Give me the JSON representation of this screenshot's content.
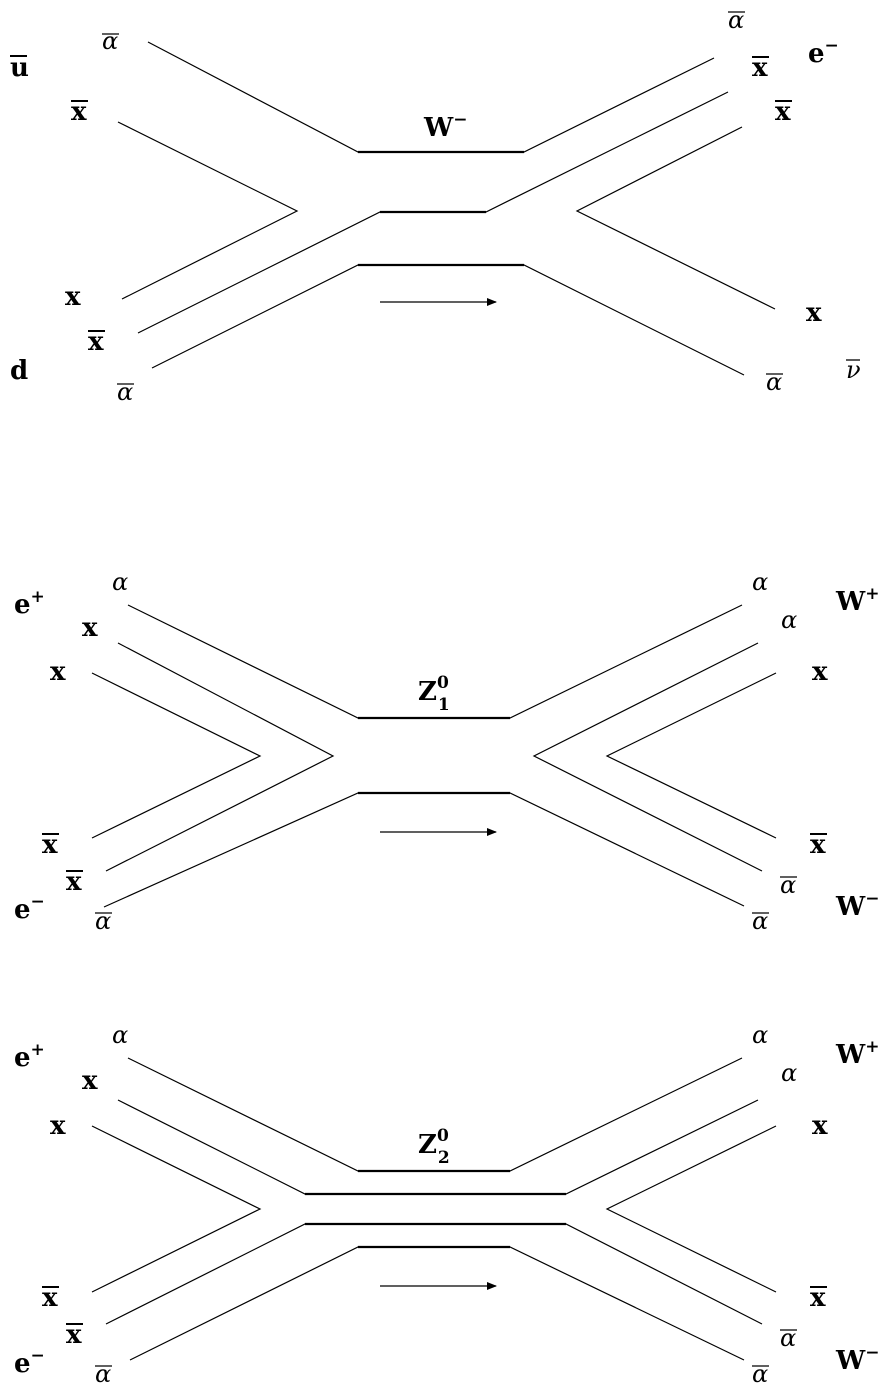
{
  "diagram1": {
    "title_main": "W",
    "title_sup": "−",
    "left_top_particle": "u",
    "left_bottom_particle": "d",
    "right_top_particle": "e",
    "right_top_particle_sup": "−",
    "right_bottom_particle": "ν",
    "left_top_alpha": "α",
    "left_top_x": "x",
    "left_bottom_x": "x",
    "left_bottom_xbar": "x",
    "left_bottom_alpha": "α",
    "right_top_alpha": "α",
    "right_top_xbar1": "x",
    "right_top_xbar2": "x",
    "right_bottom_x": "x",
    "right_bottom_alpha": "α"
  },
  "diagram2": {
    "title_main": "Z",
    "title_sup": "0",
    "title_sub": "1",
    "left_top_particle": "e",
    "left_top_particle_sup": "+",
    "left_bottom_particle": "e",
    "left_bottom_particle_sup": "−",
    "right_top_particle": "W",
    "right_top_particle_sup": "+",
    "right_bottom_particle": "W",
    "right_bottom_particle_sup": "−",
    "left_top_alpha": "α",
    "left_top_x1": "x",
    "left_top_x2": "x",
    "left_bottom_xbar1": "x",
    "left_bottom_xbar2": "x",
    "left_bottom_alpha": "α",
    "right_top_alpha1": "α",
    "right_top_alpha2": "α",
    "right_top_x": "x",
    "right_bottom_xbar": "x",
    "right_bottom_alpha1": "α",
    "right_bottom_alpha2": "α"
  },
  "diagram3": {
    "title_main": "Z",
    "title_sup": "0",
    "title_sub": "2",
    "left_top_particle": "e",
    "left_top_particle_sup": "+",
    "left_bottom_particle": "e",
    "left_bottom_particle_sup": "−",
    "right_top_particle": "W",
    "right_top_particle_sup": "+",
    "right_bottom_particle": "W",
    "right_bottom_particle_sup": "−",
    "left_top_alpha": "α",
    "left_top_x1": "x",
    "left_top_x2": "x",
    "left_bottom_xbar1": "x",
    "left_bottom_xbar2": "x",
    "left_bottom_alpha": "α",
    "right_top_alpha1": "α",
    "right_top_alpha2": "α",
    "right_top_x": "x",
    "right_bottom_xbar": "x",
    "right_bottom_alpha1": "α",
    "right_bottom_alpha2": "α"
  }
}
